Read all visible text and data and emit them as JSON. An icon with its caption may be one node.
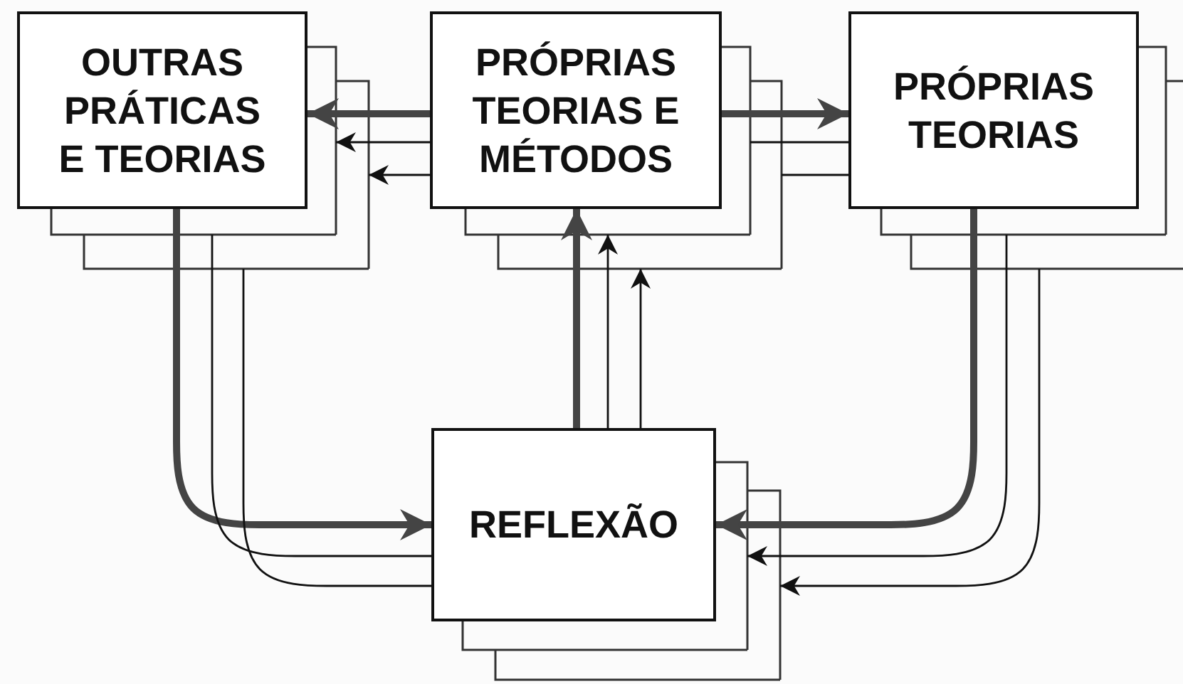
{
  "diagram": {
    "nodes": [
      {
        "text": [
          "OUTRAS PRÁTICAS E TEORIAS"
        ]
      },
      {
        "text": [
          "PRÓPRIAS TEORIAS E MÉTODOS"
        ]
      },
      {
        "text": [
          "PRÓPRIAS TEORIAS"
        ]
      },
      {
        "text": [
          "REFLEXÃO"
        ]
      }
    ],
    "edges": [
      {
        "from": 1,
        "to": 0,
        "arrow": "to",
        "style": "thick"
      },
      {
        "from": 1,
        "to": 0,
        "arrow": "to"
      },
      {
        "from": 1,
        "to": 0,
        "arrow": "to"
      },
      {
        "from": 1,
        "to": 2,
        "arrow": "to",
        "style": "thick"
      },
      {
        "from": 1,
        "to": 2,
        "arrow": "none"
      },
      {
        "from": 1,
        "to": 2,
        "arrow": "none"
      },
      {
        "from": 0,
        "to": 3,
        "arrow": "to",
        "style": "thick"
      },
      {
        "from": 0,
        "to": 3,
        "arrow": "none"
      },
      {
        "from": 0,
        "to": 3,
        "arrow": "none"
      },
      {
        "from": 2,
        "to": 3,
        "arrow": "to",
        "style": "thick"
      },
      {
        "from": 2,
        "to": 3,
        "arrow": "to"
      },
      {
        "from": 2,
        "to": 3,
        "arrow": "to"
      },
      {
        "from": 3,
        "to": 1,
        "arrow": "to",
        "style": "thick"
      },
      {
        "from": 3,
        "to": 1,
        "arrow": "to"
      },
      {
        "from": 3,
        "to": 1,
        "arrow": "to"
      }
    ]
  }
}
